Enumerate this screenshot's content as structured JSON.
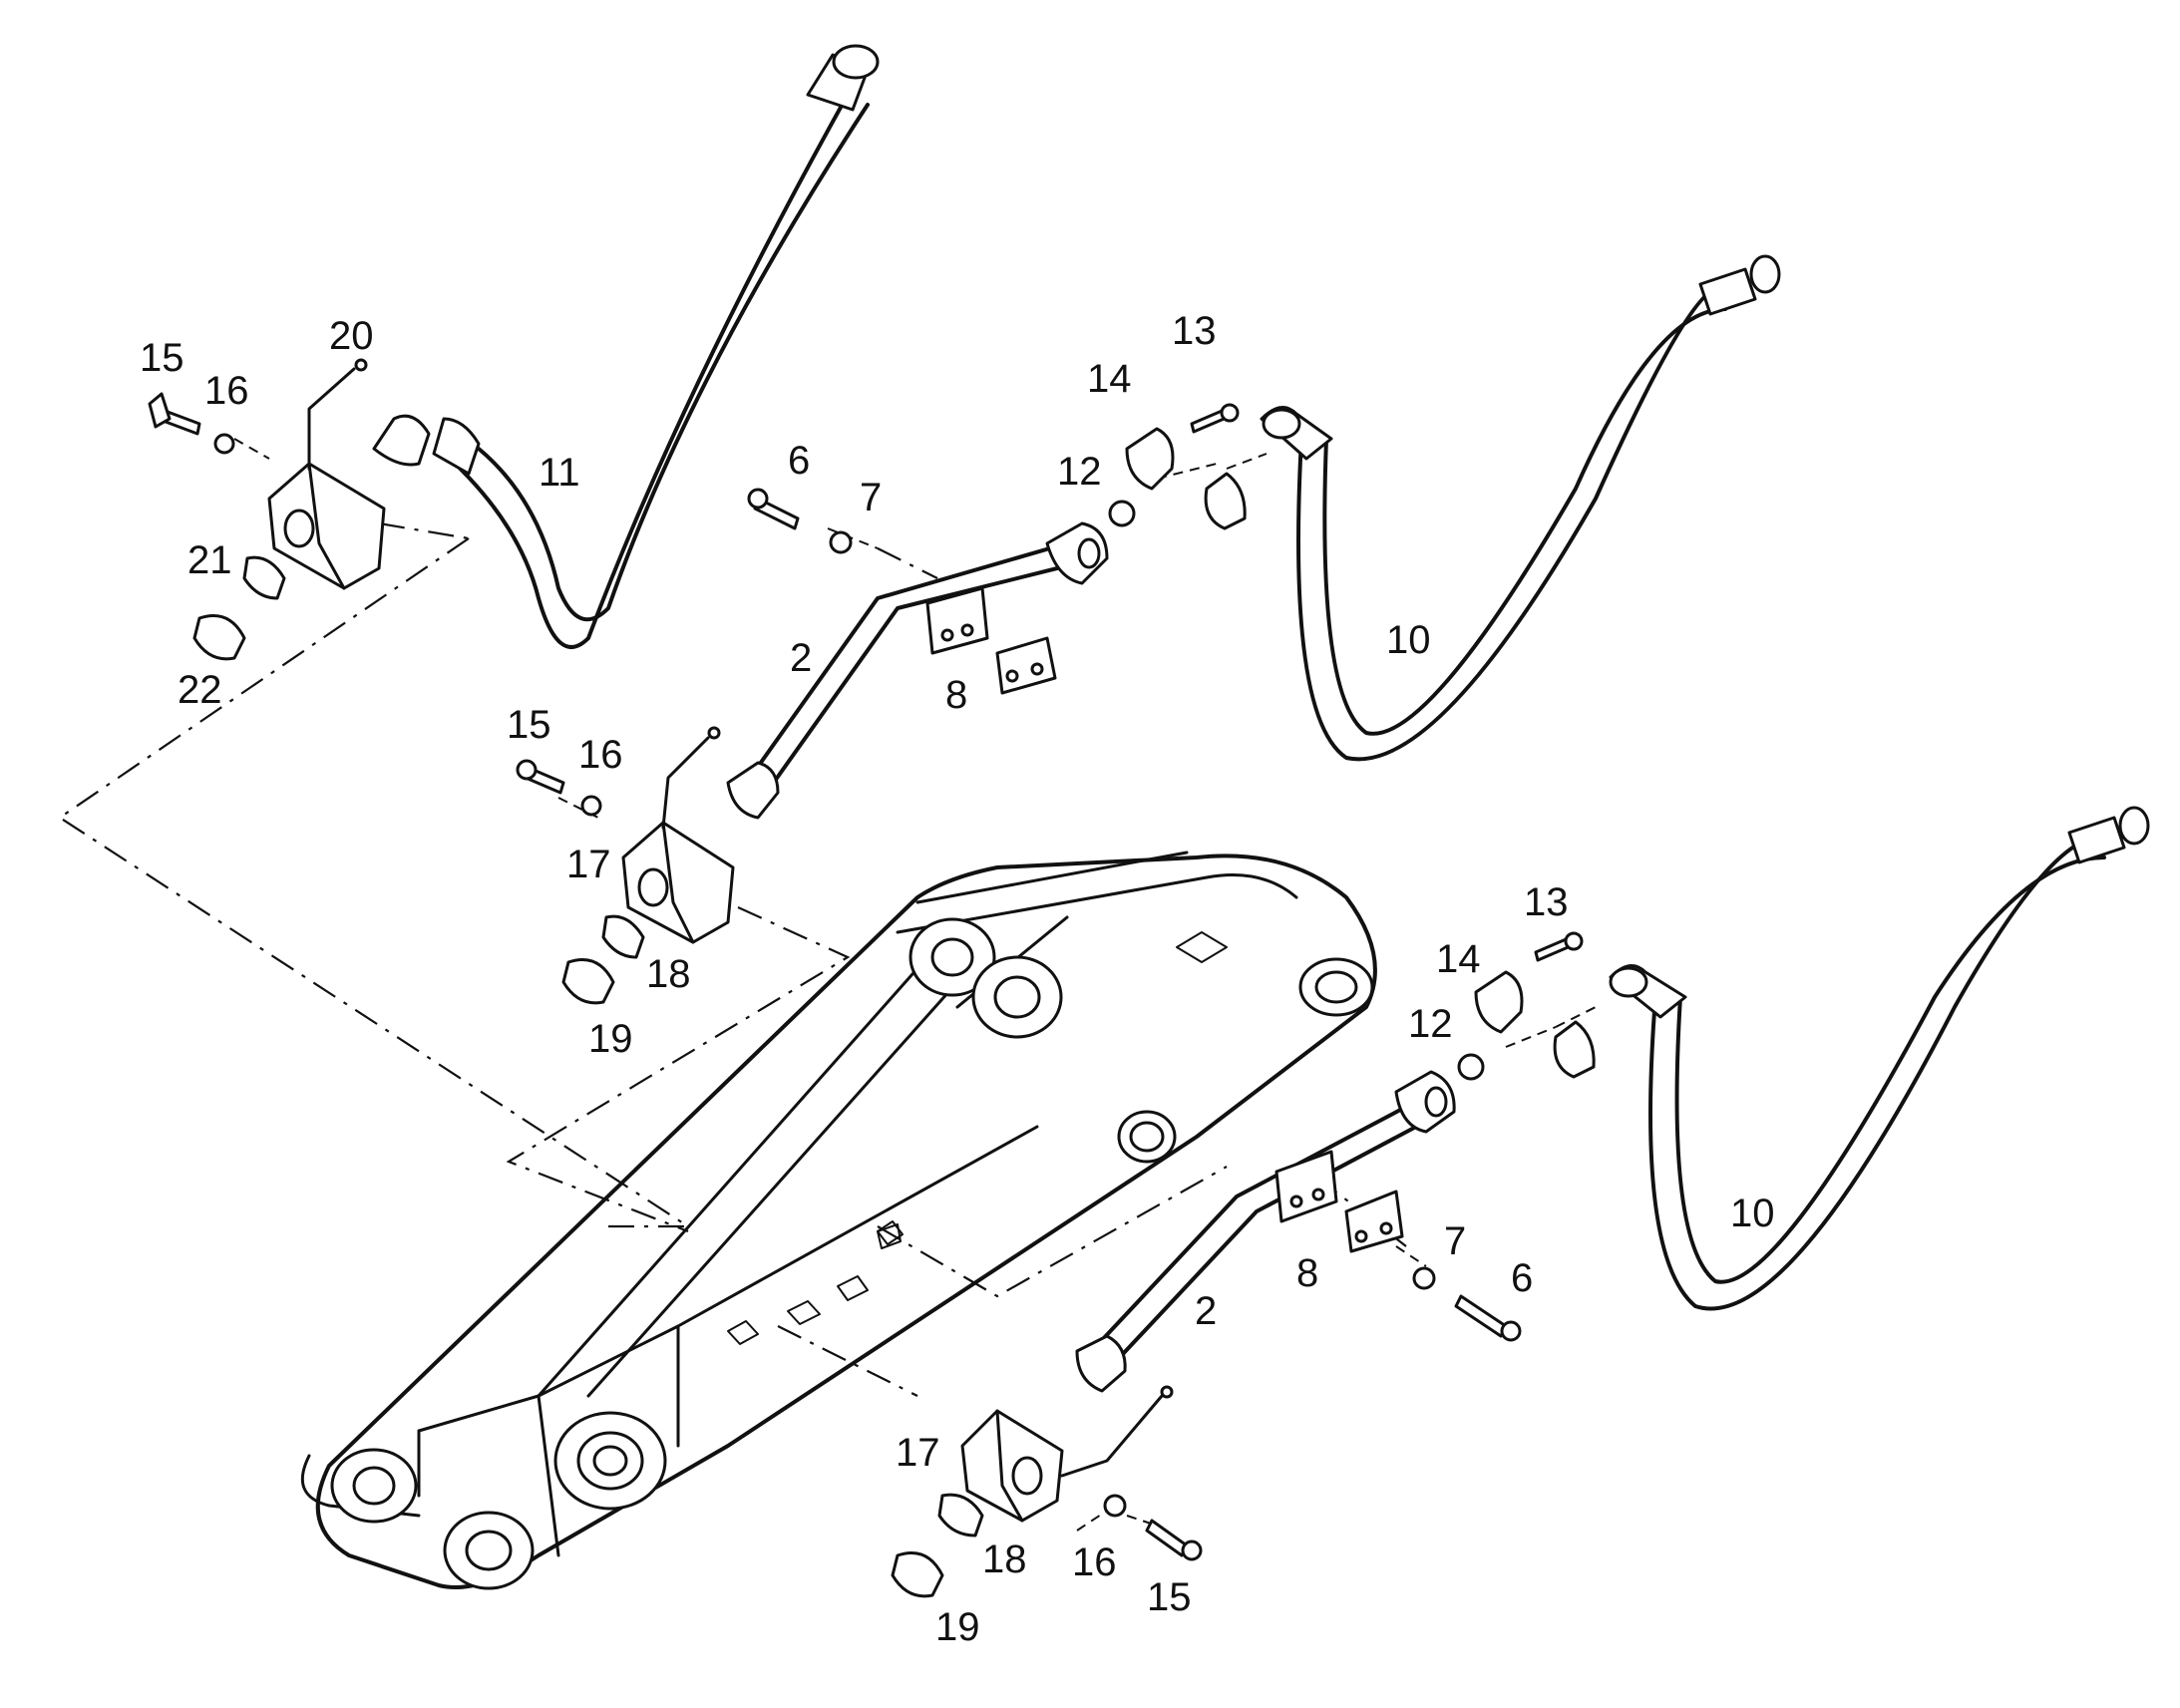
{
  "callouts": [
    {
      "id": "c-15-a",
      "text": "15"
    },
    {
      "id": "c-16-a",
      "text": "16"
    },
    {
      "id": "c-20",
      "text": "20"
    },
    {
      "id": "c-11",
      "text": "11"
    },
    {
      "id": "c-21",
      "text": "21"
    },
    {
      "id": "c-22",
      "text": "22"
    },
    {
      "id": "c-6-a",
      "text": "6"
    },
    {
      "id": "c-7-a",
      "text": "7"
    },
    {
      "id": "c-14-a",
      "text": "14"
    },
    {
      "id": "c-13-a",
      "text": "13"
    },
    {
      "id": "c-12-a",
      "text": "12"
    },
    {
      "id": "c-10-a",
      "text": "10"
    },
    {
      "id": "c-2-a",
      "text": "2"
    },
    {
      "id": "c-8-a",
      "text": "8"
    },
    {
      "id": "c-15-b",
      "text": "15"
    },
    {
      "id": "c-16-b",
      "text": "16"
    },
    {
      "id": "c-17-a",
      "text": "17"
    },
    {
      "id": "c-18-a",
      "text": "18"
    },
    {
      "id": "c-19-a",
      "text": "19"
    },
    {
      "id": "c-13-b",
      "text": "13"
    },
    {
      "id": "c-14-b",
      "text": "14"
    },
    {
      "id": "c-12-b",
      "text": "12"
    },
    {
      "id": "c-10-b",
      "text": "10"
    },
    {
      "id": "c-7-b",
      "text": "7"
    },
    {
      "id": "c-6-b",
      "text": "6"
    },
    {
      "id": "c-8-b",
      "text": "8"
    },
    {
      "id": "c-2-b",
      "text": "2"
    },
    {
      "id": "c-17-b",
      "text": "17"
    },
    {
      "id": "c-18-b",
      "text": "18"
    },
    {
      "id": "c-16-c",
      "text": "16"
    },
    {
      "id": "c-15-c",
      "text": "15"
    },
    {
      "id": "c-19-b",
      "text": "19"
    }
  ]
}
